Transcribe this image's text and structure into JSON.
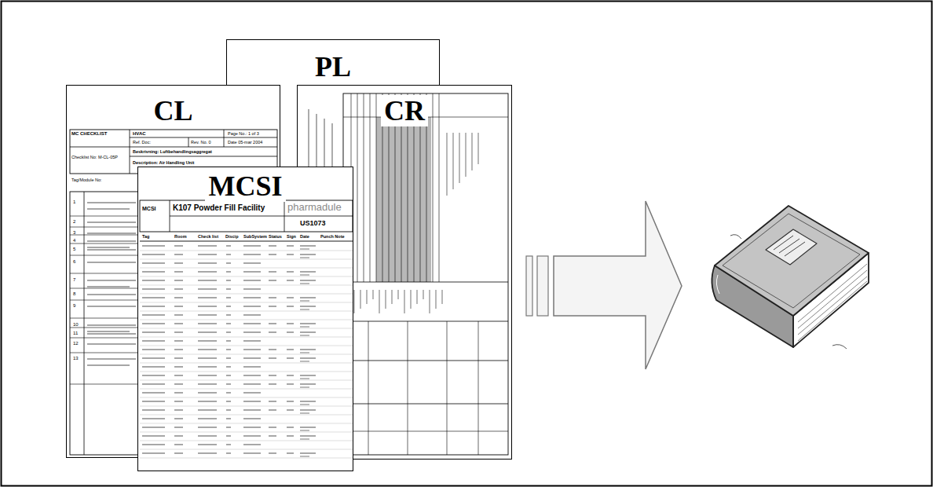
{
  "diagram": {
    "nodes": [
      {
        "text": [
          "CL"
        ]
      },
      {
        "text": [
          "PL"
        ]
      },
      {
        "text": [
          "CR"
        ]
      },
      {
        "text": [
          "MCSI"
        ]
      }
    ],
    "labels": [
      "MC CHECKLIST",
      "HVAC",
      "Page No.: 1 of 3",
      "Ref. Doc:",
      "Rev. No. 0",
      "Date 05-mar 2004",
      "Checklist No: M-CL-05P",
      "Beskrivning: Luftbehandlingsaggregat",
      "Description: Air Handling Unit",
      "Tag/Module No:",
      "1",
      "2",
      "3",
      "4",
      "5",
      "6",
      "7",
      "8",
      "9",
      "10",
      "11",
      "12",
      "13",
      "MCSI",
      "K107 Powder Fill Facility",
      "pharmadule",
      "US1073",
      "Tag",
      "Room",
      "Check list",
      "Discip",
      "SubSystem",
      "Status",
      "Sign",
      "Date",
      "Punch Note"
    ]
  }
}
